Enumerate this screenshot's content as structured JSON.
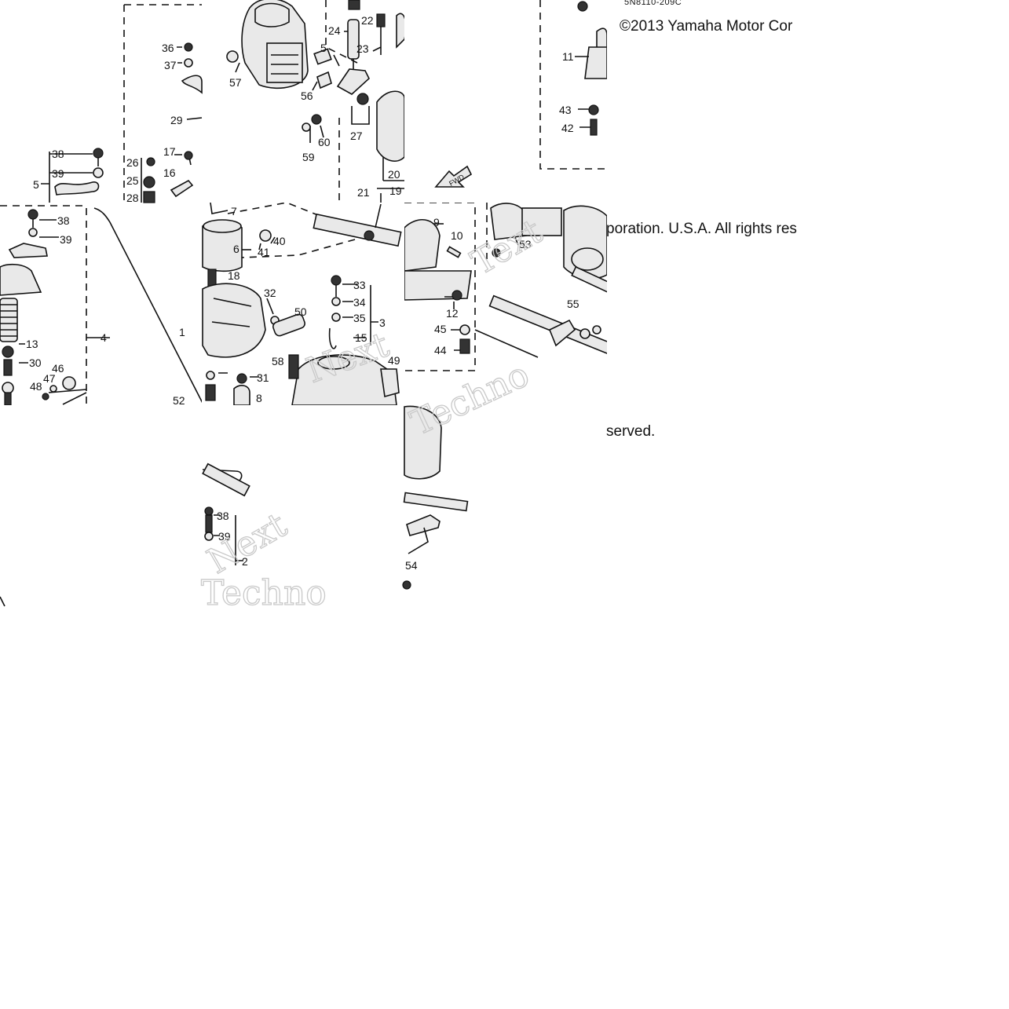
{
  "code": "5N8110-209C",
  "copyright": {
    "line1": "©2013 Yamaha Motor Cor",
    "line2": "poration. U.S.A. All rights res",
    "line3": "served."
  },
  "fwd_label": "FWD",
  "watermarks": [
    "Text",
    "Techno",
    "Next",
    "Next",
    "Techno"
  ],
  "labels": {
    "l57": "57",
    "l5a": "5",
    "l56": "56",
    "l60": "60",
    "l59": "59",
    "l24": "24",
    "l22": "22",
    "l23": "23",
    "l27": "27",
    "l20": "20",
    "l21": "21",
    "l19": "19",
    "l36": "36",
    "l37": "37",
    "l29": "29",
    "l26": "26",
    "l25": "25",
    "l28": "28",
    "l17": "17",
    "l16": "16",
    "l38a": "38",
    "l39a": "39",
    "l5b": "5",
    "l11": "11",
    "l43": "43",
    "l42": "42",
    "l38b": "38",
    "l39b": "39",
    "l13": "13",
    "l30": "30",
    "l46": "46",
    "l47": "47",
    "l48": "48",
    "l4": "4",
    "l1": "1",
    "l52": "52",
    "l7": "7",
    "l6": "6",
    "l40": "40",
    "l41": "41",
    "l18": "18",
    "l32": "32",
    "l50": "50",
    "l33": "33",
    "l34": "34",
    "l35": "35",
    "l3": "3",
    "l15": "15",
    "l58": "58",
    "l49": "49",
    "l31": "31",
    "l8": "8",
    "l9": "9",
    "l10": "10",
    "l12": "12",
    "l45": "45",
    "l44": "44",
    "l53": "53",
    "l55": "55",
    "l38c": "38",
    "l39c": "39",
    "l2": "2",
    "l54": "54"
  }
}
